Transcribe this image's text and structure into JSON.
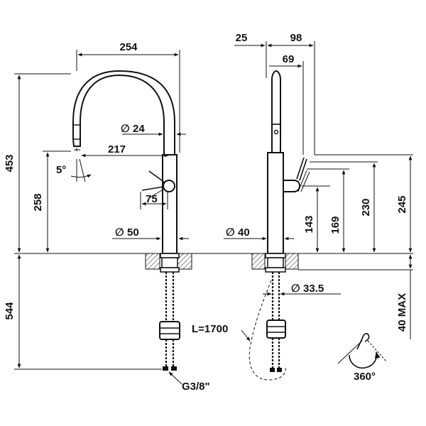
{
  "drawing": {
    "front_view": {
      "spout_reach": "254",
      "spout_diameter": "∅ 24",
      "outlet_offset": "217",
      "tilt_angle": "5°",
      "handle_offset": "75",
      "body_diameter": "∅ 50",
      "total_height": "453",
      "outlet_height": "258",
      "below_deck_length": "544",
      "connection": "G3/8\""
    },
    "side_view": {
      "top_offset_a": "25",
      "top_offset_b": "98",
      "top_offset_c": "69",
      "body_diameter": "∅ 40",
      "shank_diameter": "∅ 33.5",
      "hose_length": "L=1700",
      "handle_height_a": "143",
      "handle_height_b": "169",
      "handle_height_c": "230",
      "handle_height_d": "245",
      "deck_thickness": "40 MAX",
      "rotation": "360°"
    }
  }
}
